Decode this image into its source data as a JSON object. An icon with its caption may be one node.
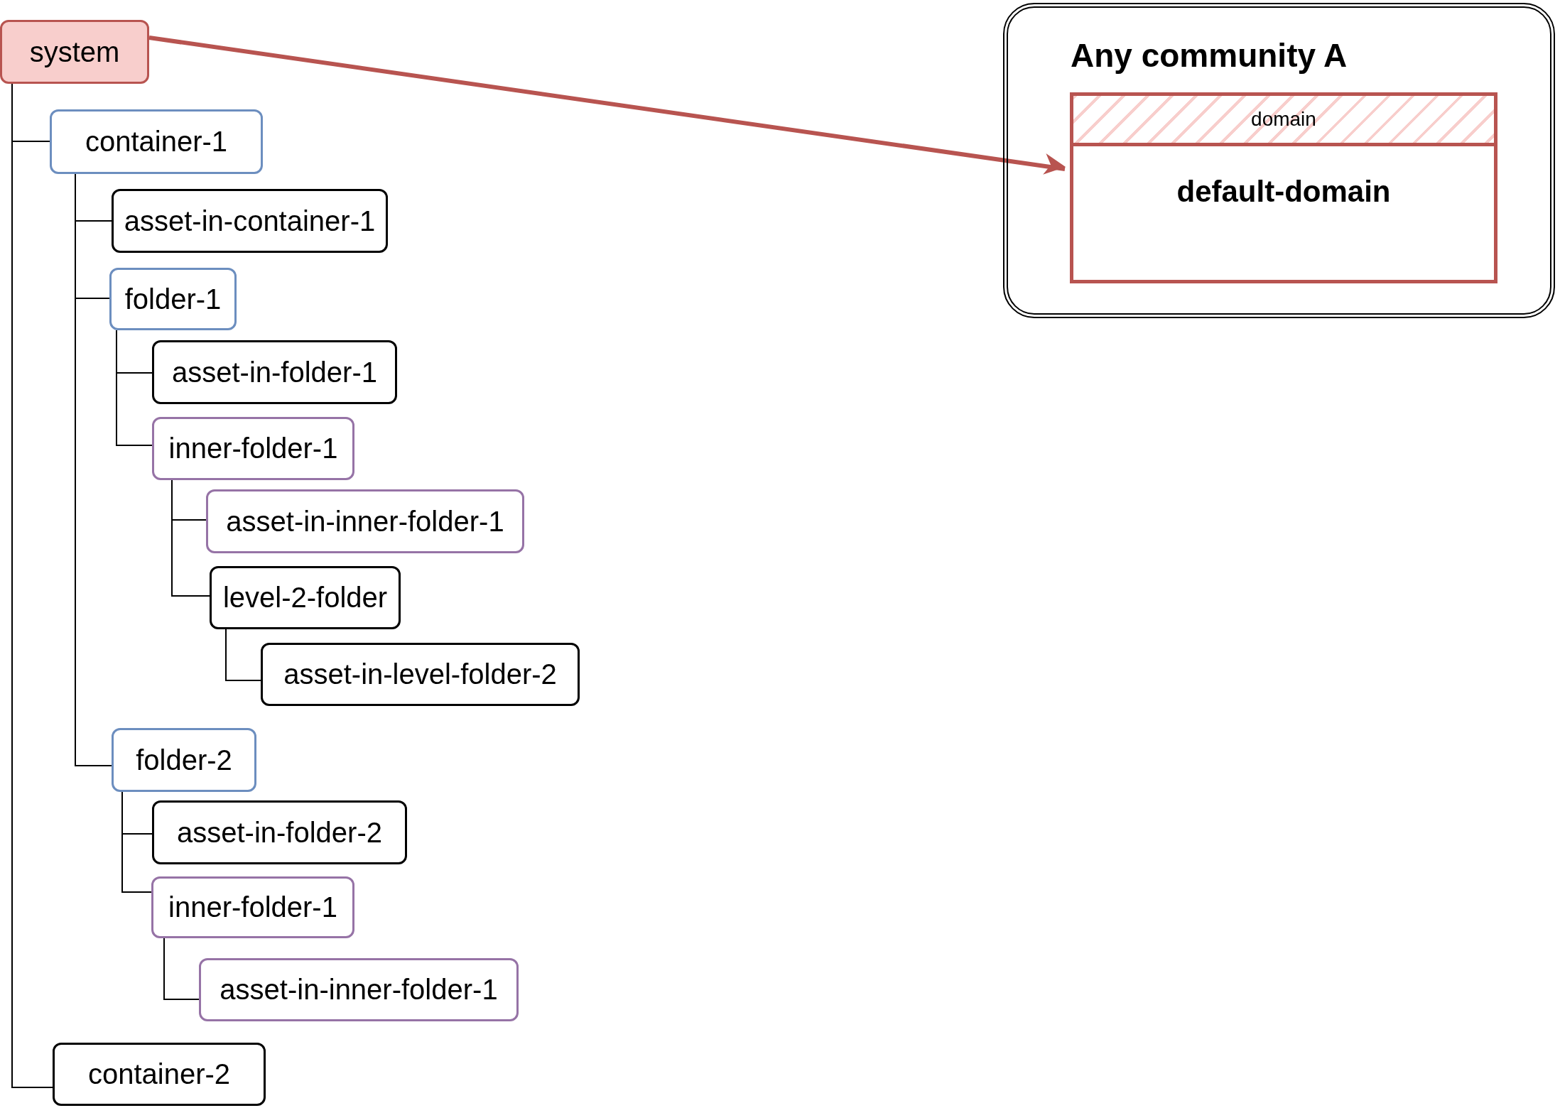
{
  "diagram": {
    "nodes": [
      {
        "text": [
          "system"
        ]
      },
      {
        "text": [
          "container-1"
        ]
      },
      {
        "text": [
          "asset-in-container-1"
        ]
      },
      {
        "text": [
          "folder-1"
        ]
      },
      {
        "text": [
          "asset-in-folder-1"
        ]
      },
      {
        "text": [
          "inner-folder-1"
        ]
      },
      {
        "text": [
          "asset-in-inner-folder-1"
        ]
      },
      {
        "text": [
          "level-2-folder"
        ]
      },
      {
        "text": [
          "asset-in-level-folder-2"
        ]
      },
      {
        "text": [
          "folder-2"
        ]
      },
      {
        "text": [
          "asset-in-folder-2"
        ]
      },
      {
        "text": [
          "inner-folder-1"
        ]
      },
      {
        "text": [
          "asset-in-inner-folder-1"
        ]
      },
      {
        "text": [
          "container-2"
        ]
      },
      {
        "text": [
          "Any community A"
        ]
      },
      {
        "text": [
          "domain",
          "default-domain"
        ],
        "in": 14
      }
    ],
    "edges": [
      {
        "from": 0,
        "to": 1,
        "arrow": "none"
      },
      {
        "from": 0,
        "to": 13,
        "arrow": "none"
      },
      {
        "from": 1,
        "to": 2,
        "arrow": "none"
      },
      {
        "from": 1,
        "to": 3,
        "arrow": "none"
      },
      {
        "from": 1,
        "to": 9,
        "arrow": "none"
      },
      {
        "from": 3,
        "to": 4,
        "arrow": "none"
      },
      {
        "from": 3,
        "to": 5,
        "arrow": "none"
      },
      {
        "from": 5,
        "to": 6,
        "arrow": "none"
      },
      {
        "from": 5,
        "to": 7,
        "arrow": "none"
      },
      {
        "from": 7,
        "to": 8,
        "arrow": "none"
      },
      {
        "from": 9,
        "to": 10,
        "arrow": "none"
      },
      {
        "from": 9,
        "to": 11,
        "arrow": "none"
      },
      {
        "from": 11,
        "to": 12,
        "arrow": "none"
      },
      {
        "from": 0,
        "to": 15,
        "arrow": "to",
        "style": "thick",
        "color": "#b85450"
      }
    ]
  }
}
